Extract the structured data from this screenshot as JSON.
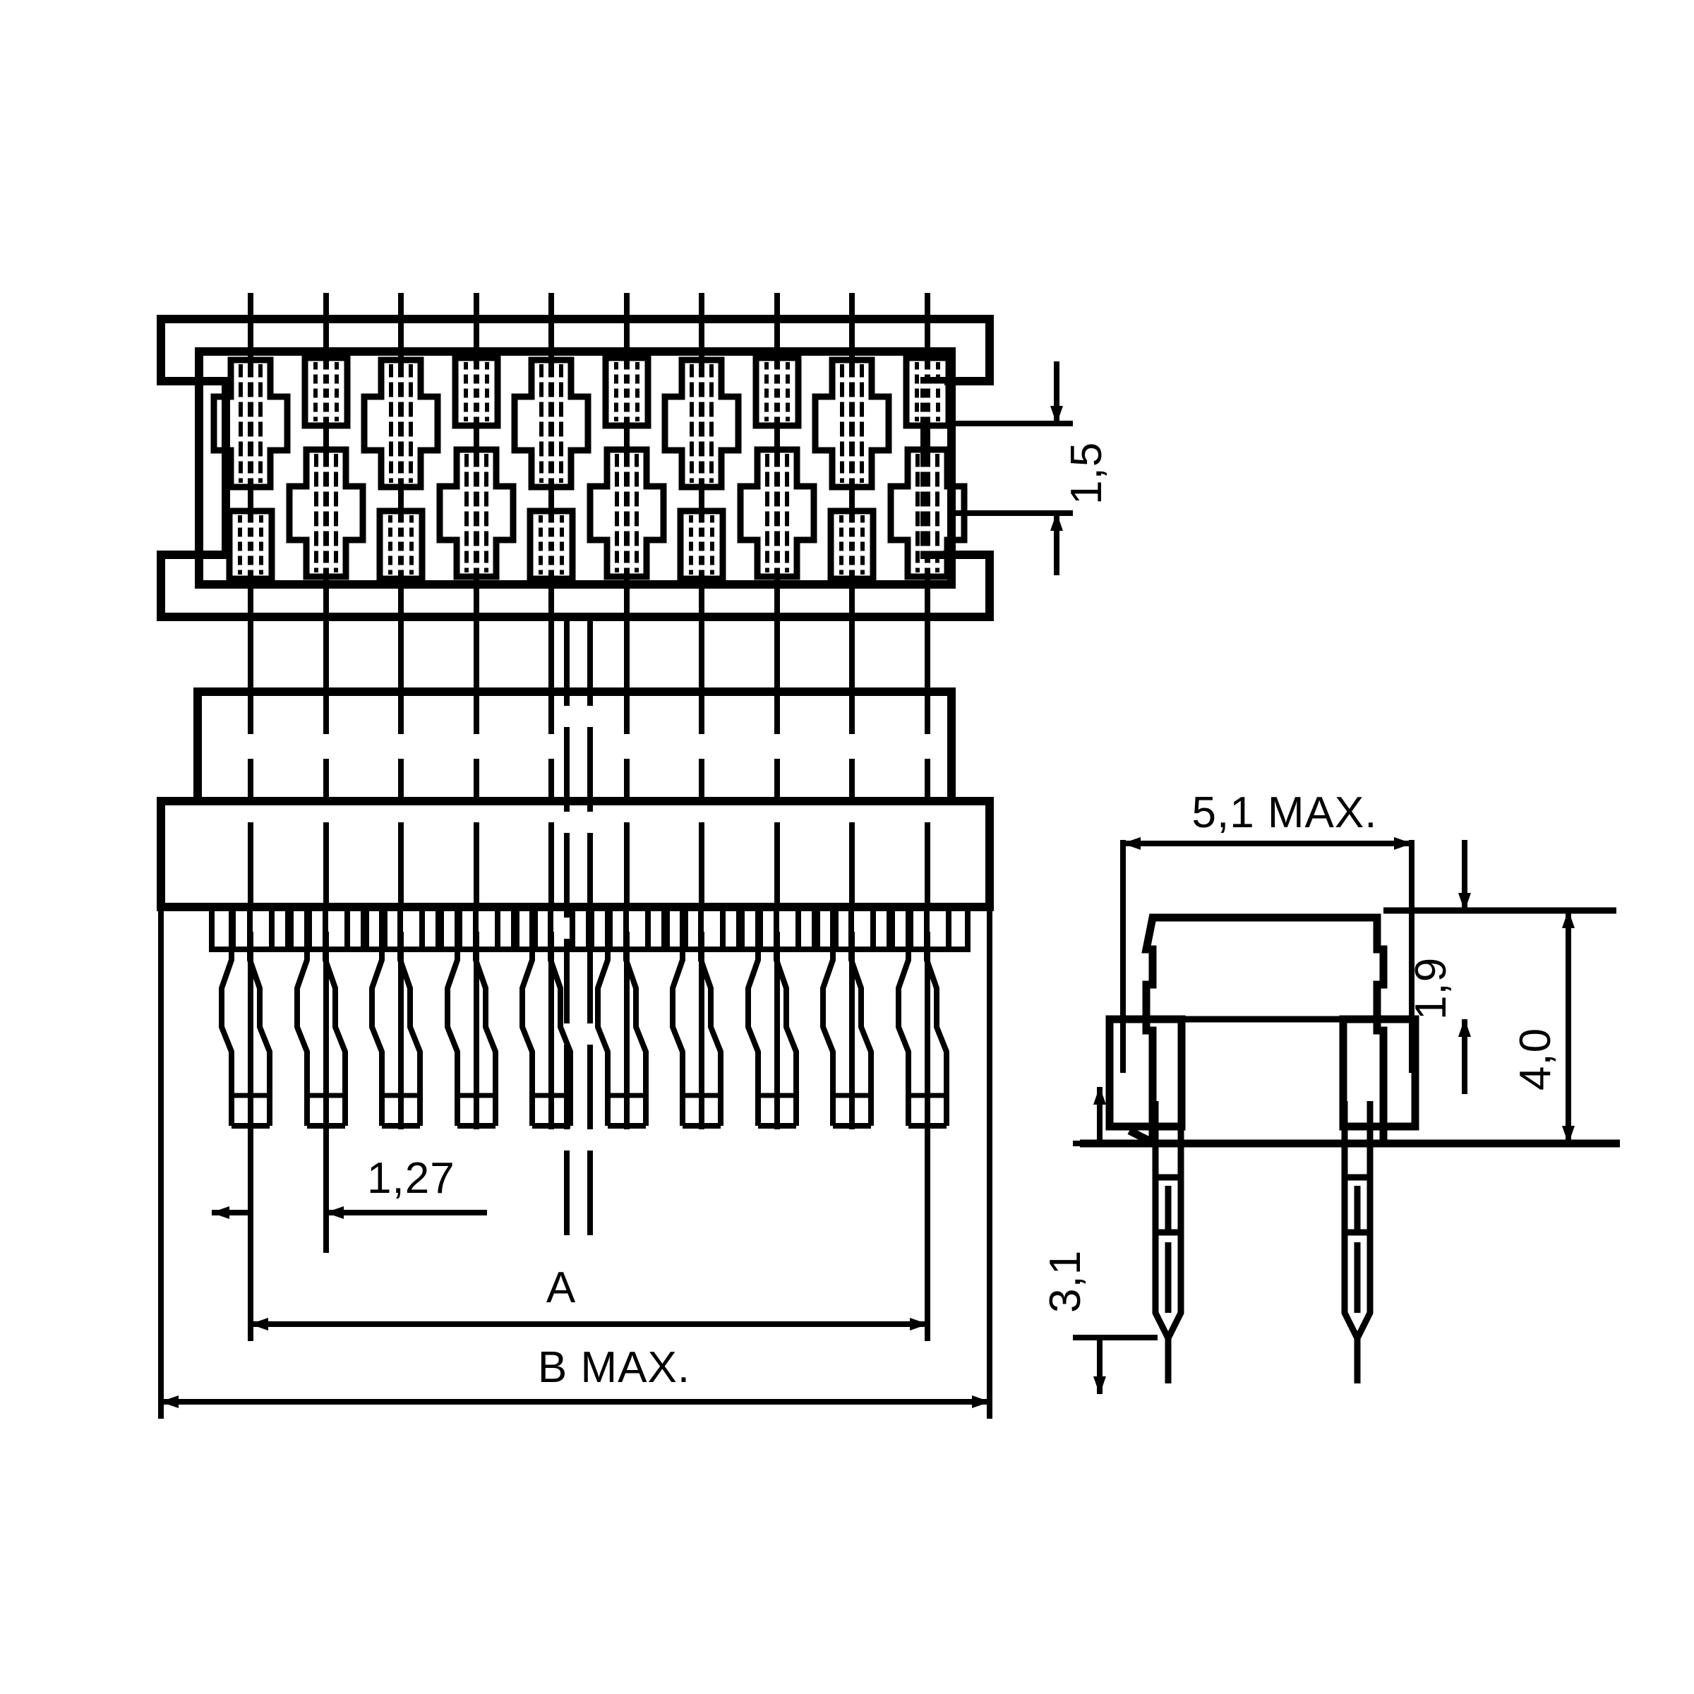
{
  "drawing": {
    "kind": "engineering-drawing",
    "subject": "dual-row 1,27 mm pitch PCB connector",
    "units_note": "millimetres, comma decimal separator",
    "line_color": "#000000",
    "background_color": "#ffffff",
    "views": [
      {
        "id": "top-view",
        "name": "Top view (plan)"
      },
      {
        "id": "front-view",
        "name": "Front view with solder pins"
      },
      {
        "id": "side-view",
        "name": "Side / end view"
      }
    ],
    "positions": 10,
    "rows": 2
  },
  "dimensions": {
    "row_spacing": "1,5",
    "pitch": "1,27",
    "length_a": "A",
    "length_b": "B MAX.",
    "body_width": "5,1 MAX.",
    "shoulder_height": "1,9",
    "body_height": "4,0",
    "pin_length": "3,1"
  },
  "labels": {
    "top_row_spacing": "1,5",
    "pitch": "1,27",
    "dim_a": "A",
    "dim_b": "B MAX.",
    "side_width": "5,1 MAX.",
    "side_1_9": "1,9",
    "side_4_0": "4,0",
    "side_3_1": "3,1"
  }
}
